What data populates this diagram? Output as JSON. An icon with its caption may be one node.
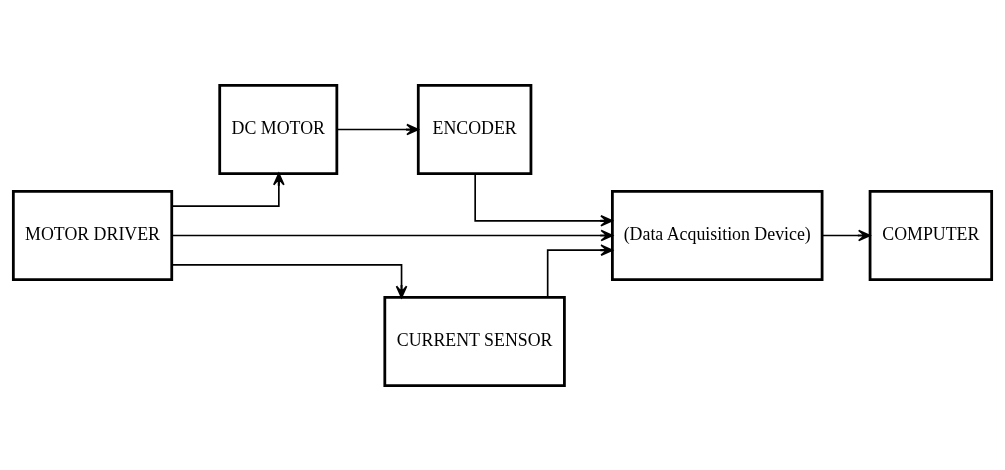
{
  "diagram": {
    "nodes": [
      {
        "text": [
          "MOTOR DRIVER"
        ]
      },
      {
        "text": [
          "DC MOTOR"
        ]
      },
      {
        "text": [
          "(Data Acquisition Device)"
        ]
      },
      {
        "text": [
          "COMPUTER"
        ]
      },
      {
        "text": [
          "ENCODER"
        ]
      },
      {
        "text": [
          "CURRENT SENSOR"
        ]
      }
    ],
    "edges": [
      {
        "from": 0,
        "to": 1,
        "arrow": "to"
      },
      {
        "from": 0,
        "to": 2,
        "arrow": "to"
      },
      {
        "from": 2,
        "to": 3,
        "arrow": "to"
      },
      {
        "from": 1,
        "to": 4,
        "arrow": "to"
      },
      {
        "from": 4,
        "to": 2,
        "arrow": "to"
      },
      {
        "from": 5,
        "to": 2,
        "arrow": "to"
      },
      {
        "from": 0,
        "to": 5,
        "arrow": "to"
      }
    ]
  }
}
